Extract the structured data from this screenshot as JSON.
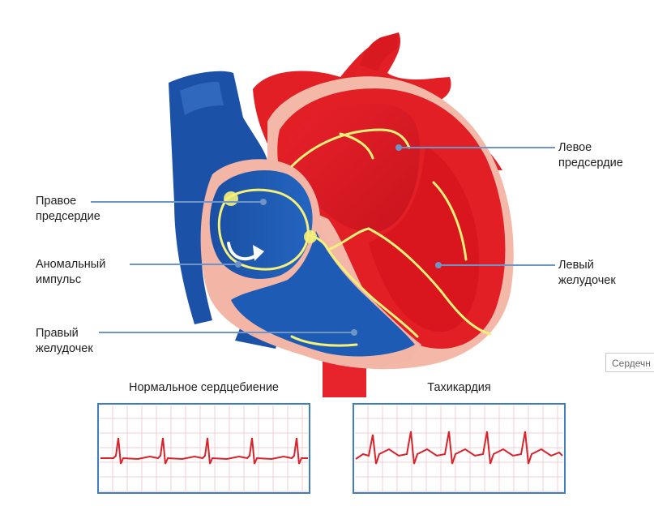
{
  "labels": {
    "right_atrium": [
      "Правое",
      "предсердие"
    ],
    "abnormal_impulse": [
      "Аномальный",
      "импульс"
    ],
    "right_ventricle": [
      "Правый",
      "желудочек"
    ],
    "left_atrium": [
      "Левое",
      "предсердие"
    ],
    "left_ventricle": [
      "Левый",
      "желудочек"
    ]
  },
  "ecg": {
    "normal_title": "Нормальное сердцебиение",
    "tachy_title": "Тахикардия"
  },
  "side_tag": "Сердечн",
  "colors": {
    "blue": "#1a53a8",
    "red": "#e21e26",
    "pink": "#f7c4b6",
    "yellow": "#f5f07a",
    "line": "#6f95c6",
    "ecg": "#d8232a",
    "frame": "#3d7dc0",
    "grid": "#f2cfd4"
  }
}
